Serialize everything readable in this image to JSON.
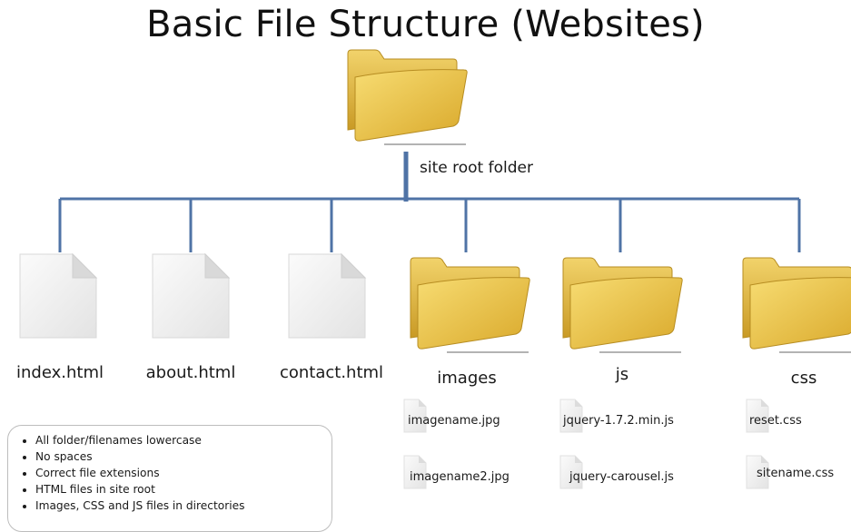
{
  "title": "Basic File Structure (Websites)",
  "root": {
    "label": "site root folder",
    "icon": "folder-icon"
  },
  "items": [
    {
      "label": "index.html",
      "icon": "file-icon"
    },
    {
      "label": "about.html",
      "icon": "file-icon"
    },
    {
      "label": "contact.html",
      "icon": "file-icon"
    },
    {
      "label": "images",
      "icon": "folder-icon",
      "files": [
        "imagename.jpg",
        "imagename2.jpg"
      ]
    },
    {
      "label": "js",
      "icon": "folder-icon",
      "files": [
        "jquery-1.7.2.min.js",
        "jquery-carousel.js"
      ]
    },
    {
      "label": "css",
      "icon": "folder-icon",
      "files": [
        "reset.css",
        "sitename.css"
      ]
    }
  ],
  "rules": [
    "All folder/filenames lowercase",
    "No spaces",
    "Correct file extensions",
    "HTML files in site root",
    "Images, CSS and JS files in directories"
  ],
  "colors": {
    "connector": "#4f73a6",
    "folder": "#e8b733",
    "file": "#f1f1f1"
  }
}
